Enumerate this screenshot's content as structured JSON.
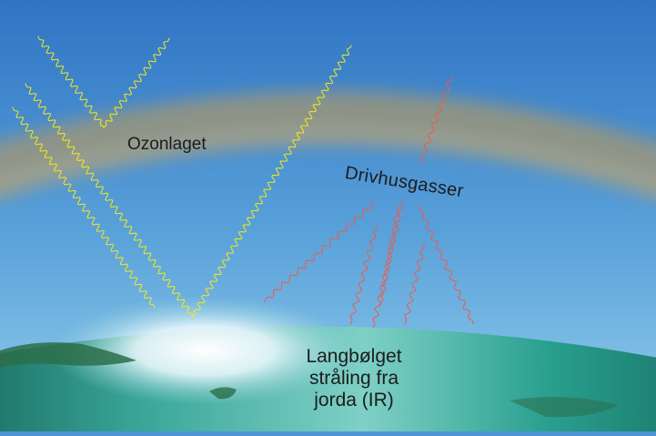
{
  "labels": {
    "ozone_layer": "Ozonlaget",
    "greenhouse_gases": "Drivhusgasser",
    "longwave_line1": "Langbølget",
    "longwave_line2": "stråling fra",
    "longwave_line3": "jorda (IR)"
  },
  "colors": {
    "sky_top": "#2e73c3",
    "sky_bottom": "#8fc8ea",
    "ozone_band": "#9a8f6e",
    "earth_ocean": "#1e9a8a",
    "earth_land": "#2c6e4a",
    "solar_rays": "#f2ea1e",
    "infrared_rays": "#ef5a4a"
  },
  "icons": {
    "solar_ray": "yellow-wavy-arrow",
    "infrared_ray": "red-wavy-arrow"
  }
}
